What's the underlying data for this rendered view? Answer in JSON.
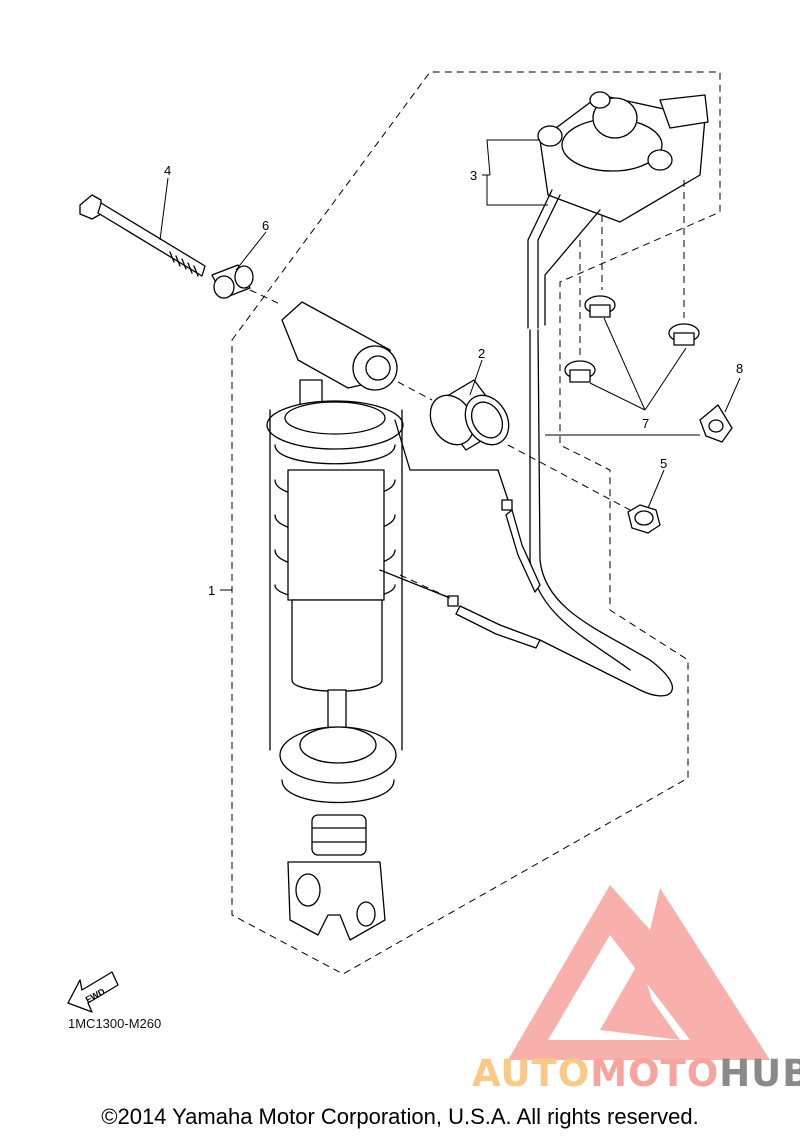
{
  "diagram": {
    "callouts": [
      {
        "id": "1",
        "label": "1"
      },
      {
        "id": "2",
        "label": "2"
      },
      {
        "id": "3",
        "label": "3"
      },
      {
        "id": "4",
        "label": "4"
      },
      {
        "id": "5",
        "label": "5"
      },
      {
        "id": "6",
        "label": "6"
      },
      {
        "id": "7",
        "label": "7"
      },
      {
        "id": "8",
        "label": "8"
      }
    ],
    "fwd_label": "FWD",
    "drawing_code": "1MC1300-M260"
  },
  "watermark": {
    "part1": "AUTO",
    "part2": "MOTO",
    "part3": "HUB",
    "colors": {
      "auto": "#f9c987",
      "moto": "#f7a39e",
      "hub": "#8a8a8a",
      "logo": "#f7a39e"
    }
  },
  "footer": {
    "copyright": "©2014 Yamaha Motor Corporation, U.S.A. All rights reserved."
  }
}
